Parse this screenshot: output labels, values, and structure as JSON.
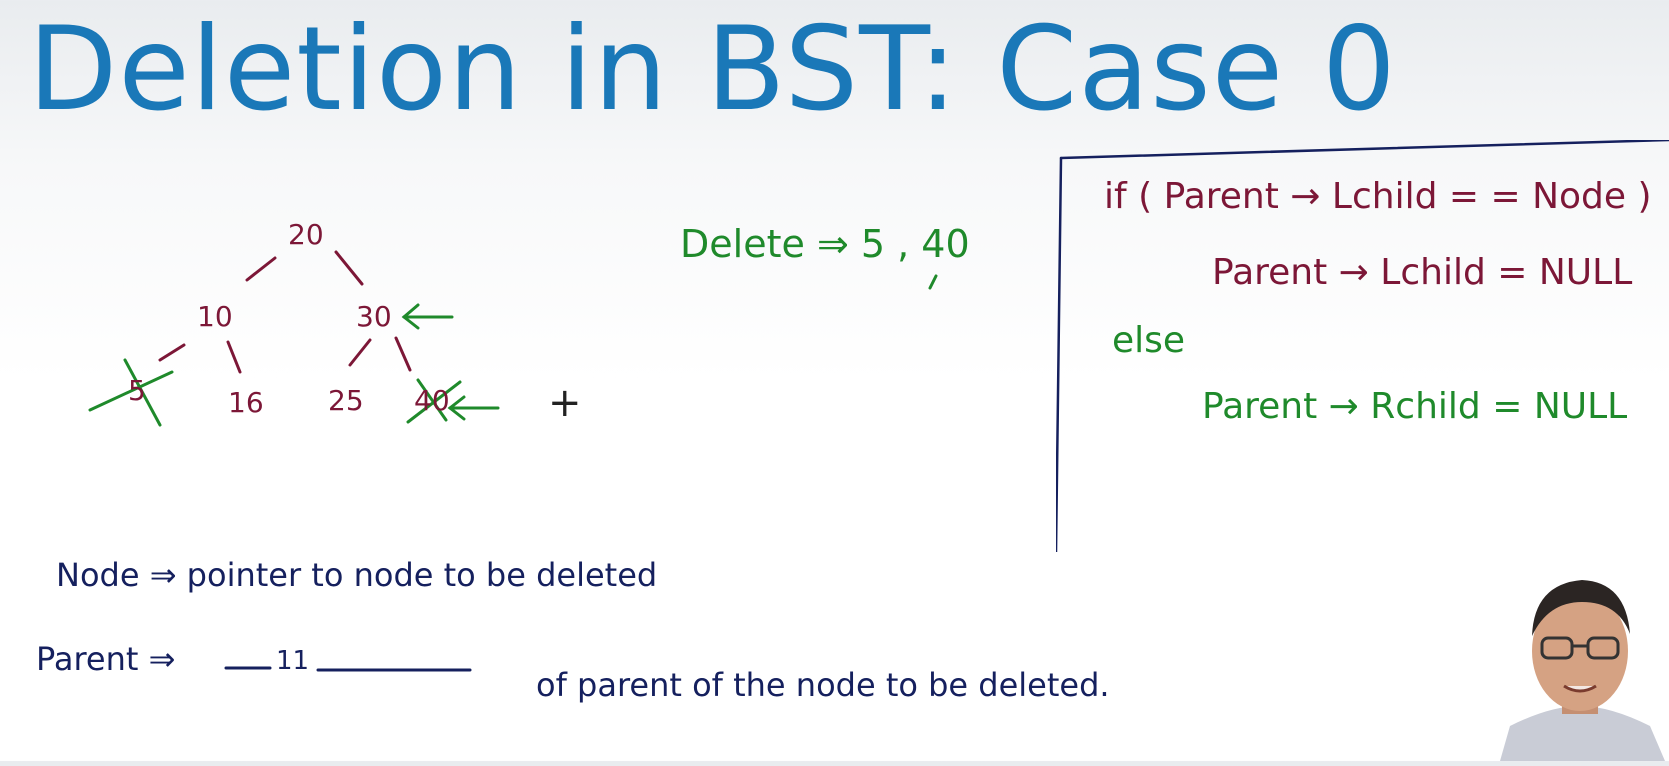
{
  "slide": {
    "title": "Deletion in BST: Case 0"
  },
  "tree": {
    "root": "20",
    "left": "10",
    "right": "30",
    "left_left": "5",
    "left_right": "16",
    "right_left": "25",
    "right_right": "40"
  },
  "delete_note": {
    "label": "Delete",
    "arrow": "⇒",
    "values": "5 , 40"
  },
  "code": {
    "line1": "if ( Parent → Lchild = = Node )",
    "line2": "Parent → Lchild = NULL",
    "line3": "else",
    "line4": "Parent → Rchild = NULL"
  },
  "notes": {
    "node_def": "Node ⇒ pointer to node to be deleted",
    "parent_label": "Parent ⇒",
    "parent_ditto": "— 11",
    "parent_rest": "of parent of the node to be deleted."
  },
  "colors": {
    "title": "#1a78b8",
    "maroon_ink": "#7c1737",
    "green_ink": "#1f8a2b",
    "navy_ink": "#15205e"
  }
}
